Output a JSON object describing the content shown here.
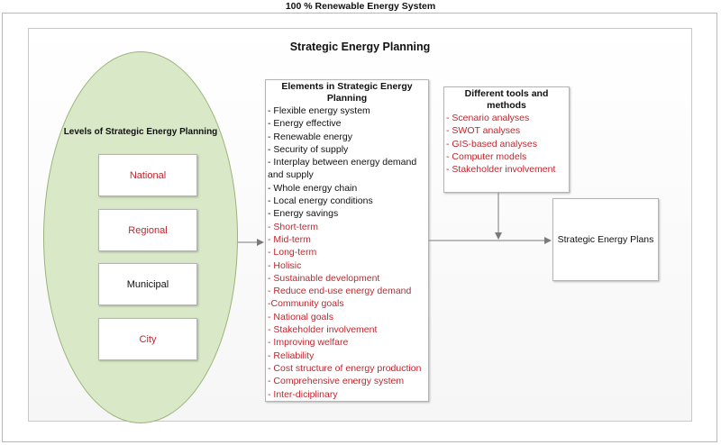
{
  "top_title": "100 % Renewable Energy System",
  "inner_title": "Strategic Energy Planning",
  "levels": {
    "title": "Levels of Strategic Energy Planning",
    "items": [
      {
        "label": "National",
        "color": "red"
      },
      {
        "label": "Regional",
        "color": "red"
      },
      {
        "label": "Municipal",
        "color": "black"
      },
      {
        "label": "City",
        "color": "red"
      }
    ]
  },
  "elements": {
    "title": "Elements in Strategic Energy Planning",
    "items": [
      {
        "text": "- Flexible energy system",
        "color": "black"
      },
      {
        "text": "- Energy effective",
        "color": "black"
      },
      {
        "text": "- Renewable energy",
        "color": "black"
      },
      {
        "text": "- Security of supply",
        "color": "black"
      },
      {
        "text": "- Interplay between energy demand and supply",
        "color": "black"
      },
      {
        "text": "- Whole energy chain",
        "color": "black"
      },
      {
        "text": "- Local energy conditions",
        "color": "black"
      },
      {
        "text": "- Energy savings",
        "color": "black"
      },
      {
        "text": "- Short-term",
        "color": "red"
      },
      {
        "text": "- Mid-term",
        "color": "red"
      },
      {
        "text": "- Long-term",
        "color": "red"
      },
      {
        "text": "- Holisic",
        "color": "red"
      },
      {
        "text": "- Sustainable development",
        "color": "red"
      },
      {
        "text": "- Reduce end-use energy demand",
        "color": "red"
      },
      {
        "text": "-Community goals",
        "color": "red"
      },
      {
        "text": "- National goals",
        "color": "red"
      },
      {
        "text": "- Stakeholder involvement",
        "color": "red"
      },
      {
        "text": "- Improving welfare",
        "color": "red"
      },
      {
        "text": "- Reliability",
        "color": "red"
      },
      {
        "text": "- Cost structure of energy production",
        "color": "red"
      },
      {
        "text": "- Comprehensive energy system",
        "color": "red"
      },
      {
        "text": "- Inter-diciplinary",
        "color": "red"
      }
    ]
  },
  "tools": {
    "title": "Different tools and methods",
    "items": [
      "- Scenario analyses",
      "- SWOT analyses",
      "- GIS-based analyses",
      "- Computer models",
      "- Stakeholder involvement"
    ]
  },
  "plans": {
    "label": "Strategic Energy Plans"
  },
  "colors": {
    "red_text": "#c0262e",
    "ellipse_fill": "#d9e8c6",
    "ellipse_border": "#9bb37a",
    "connector": "#7a7a7a"
  }
}
